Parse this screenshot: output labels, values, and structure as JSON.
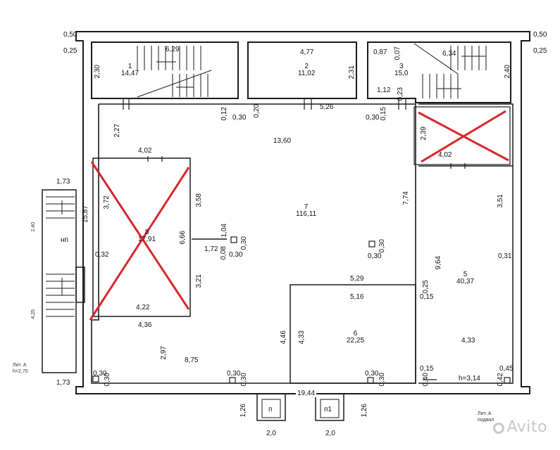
{
  "markings": {
    "rooms": {
      "r1": {
        "num": "1",
        "area": "14,47"
      },
      "r2": {
        "num": "2",
        "area": "11,02"
      },
      "r3": {
        "num": "3",
        "area": "15,0"
      },
      "r4": {
        "num": "8",
        "area": "17,91"
      },
      "r5": {
        "num": "5",
        "area": "40,37"
      },
      "r6": {
        "num": "6",
        "area": "22,25"
      },
      "r7": {
        "num": "7",
        "area": "116,11"
      }
    },
    "dims": {
      "d_050_l": "0,50",
      "d_025_l": "0,25",
      "d_050_r": "0,50",
      "d_025_r": "0,25",
      "d_230": "2,30",
      "d_629": "6,29",
      "d_477": "4,77",
      "d_231": "2,31",
      "d_087": "0,87",
      "d_007": "0,07",
      "d_634": "6,34",
      "d_240": "2,40",
      "d_112": "1,12",
      "d_023": "0,23",
      "d_012": "0,12",
      "d_030_top": "0,30",
      "d_020": "0,20",
      "d_526": "5,26",
      "d_030_top2": "0,30",
      "d_015_top": "0,15",
      "d_227": "2,27",
      "d_1360": "13,60",
      "d_239": "2,39",
      "d_402_r": "4,02",
      "d_402_l": "4,02",
      "d_173_top": "1,73",
      "d_1587": "15,87",
      "d_372": "3,72",
      "d_358": "3,58",
      "d_666": "6,66",
      "d_774": "7,74",
      "d_351": "3,51",
      "d_104": "1,04",
      "d_172": "1,72",
      "d_008": "0,08",
      "d_030_a": "0,30",
      "d_030_b": "0,30",
      "d_030_c": "0,30",
      "d_030_d": "0,30",
      "d_032": "0,32",
      "d_321": "3,21",
      "d_964": "9,64",
      "d_031": "0,31",
      "d_529": "5,29",
      "d_516": "5,16",
      "d_025_m": "0,25",
      "d_015_m": "0,15",
      "d_422": "4,22",
      "d_436": "4,36",
      "d_446": "4,46",
      "d_433_l": "4,33",
      "d_433_r": "4,33",
      "d_297": "2,97",
      "d_875": "8,75",
      "d_030_e": "0,30",
      "d_030_f": "0,30",
      "d_030_g": "0,30",
      "d_030_h": "0,30",
      "d_030_i": "0,30",
      "d_030_j": "0,30",
      "d_015_b": "0,15",
      "d_045": "0,45",
      "d_040": "0,40",
      "d_042": "0,42",
      "d_h": "h=3,14",
      "d_1944": "19,44",
      "d_173_bot": "1,73",
      "d_126_l": "1,26",
      "d_126_r": "1,26",
      "d_20_l": "2,0",
      "d_20_r": "2,0",
      "d_240_side": "2,40",
      "d_425": "4,25"
    },
    "labels": {
      "porch_np": "нп",
      "porch_p": "п",
      "porch_p1": "п1",
      "lit_left": "Лит. А",
      "lit_left2": "h=2,70",
      "lit_right": "Лит. А",
      "lit_right2": "подвал"
    }
  },
  "watermark": "Avito",
  "colors": {
    "line": "#1a1a1a",
    "cross": "#d8262b",
    "bg": "#ffffff"
  }
}
